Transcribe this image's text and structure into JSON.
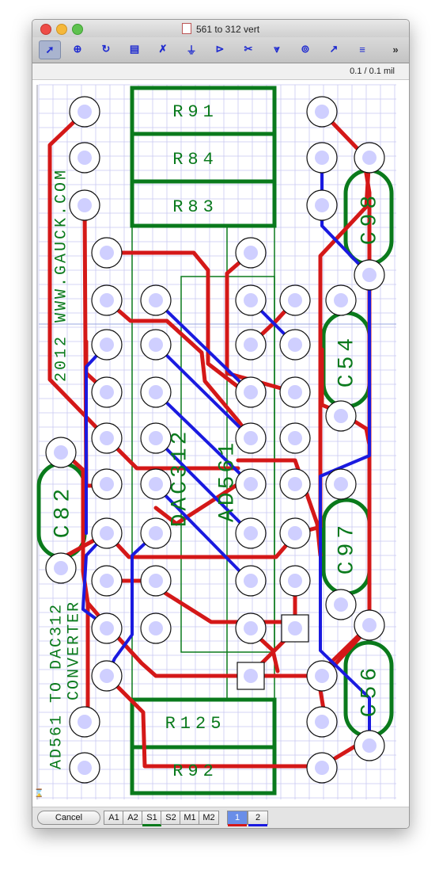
{
  "window": {
    "title": "561 to 312 vert",
    "scale": "0.1 / 0.1 mil"
  },
  "toolbar": {
    "tools": [
      {
        "name": "pointer-icon",
        "glyph": "➚"
      },
      {
        "name": "zoom-icon",
        "glyph": "⊕"
      },
      {
        "name": "rotate-icon",
        "glyph": "↻"
      },
      {
        "name": "text-icon",
        "glyph": "▤"
      },
      {
        "name": "route-icon",
        "glyph": "✗"
      },
      {
        "name": "part-icon",
        "glyph": "⏚"
      },
      {
        "name": "flip-icon",
        "glyph": "⊳"
      },
      {
        "name": "cut-icon",
        "glyph": "✂"
      },
      {
        "name": "drop-icon",
        "glyph": "⩔"
      },
      {
        "name": "pad-icon",
        "glyph": "⊚"
      },
      {
        "name": "wire-icon",
        "glyph": "↗"
      },
      {
        "name": "menu-icon",
        "glyph": "≡"
      }
    ],
    "overflow": "»"
  },
  "board": {
    "components": {
      "resistors": [
        "R91",
        "R84",
        "R83",
        "R125",
        "R92"
      ],
      "capacitors": [
        "C98",
        "C54",
        "C82",
        "C97",
        "C56"
      ],
      "ics": [
        "DAC312",
        "AD561"
      ]
    },
    "silkscreen": {
      "credit": "2012 WWW.GAUCK.COM",
      "line1": "AD561 TO DAC312",
      "line2": "CONVERTER"
    },
    "colors": {
      "silk": "#0a7a1c",
      "top_copper": "#d41818",
      "bottom_copper": "#1a1ae0",
      "pad_fill": "#cfcfff",
      "grid": "#c9c9f2"
    }
  },
  "bottom": {
    "cancel": "Cancel",
    "layers": [
      "A1",
      "A2",
      "S1",
      "S2",
      "M1",
      "M2",
      "1",
      "2"
    ],
    "selected": "1"
  }
}
